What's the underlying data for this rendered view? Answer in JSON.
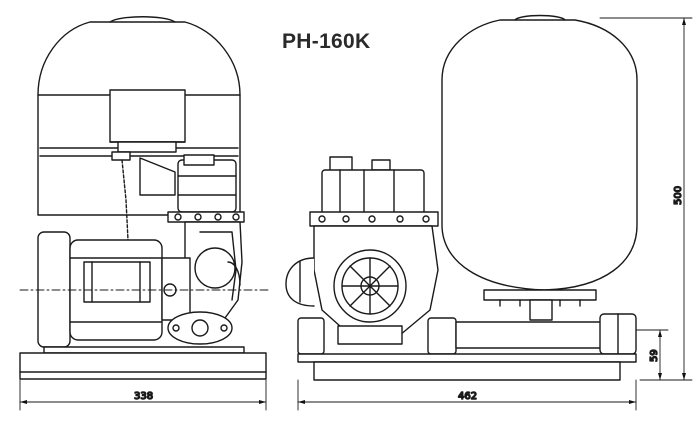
{
  "title": "PH-160K",
  "dimensions": {
    "side_width": "338",
    "front_width": "462",
    "total_height": "500",
    "base_height": "59"
  }
}
